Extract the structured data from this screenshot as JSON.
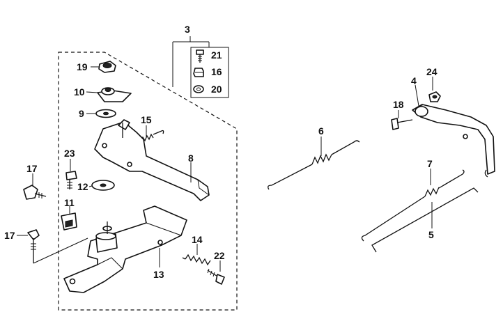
{
  "parts": [
    {
      "id": "p1",
      "label": "3"
    },
    {
      "id": "p2",
      "label": "21"
    },
    {
      "id": "p3",
      "label": "16"
    },
    {
      "id": "p4",
      "label": "20"
    },
    {
      "id": "p5",
      "label": "19"
    },
    {
      "id": "p6",
      "label": "10"
    },
    {
      "id": "p7",
      "label": "9"
    },
    {
      "id": "p8",
      "label": "15"
    },
    {
      "id": "p9",
      "label": "8"
    },
    {
      "id": "p10",
      "label": "23"
    },
    {
      "id": "p11",
      "label": "12"
    },
    {
      "id": "p12",
      "label": "17"
    },
    {
      "id": "p13",
      "label": "11"
    },
    {
      "id": "p14",
      "label": "17"
    },
    {
      "id": "p15",
      "label": "13"
    },
    {
      "id": "p16",
      "label": "14"
    },
    {
      "id": "p17",
      "label": "22"
    },
    {
      "id": "p18",
      "label": "6"
    },
    {
      "id": "p19",
      "label": "4"
    },
    {
      "id": "p20",
      "label": "24"
    },
    {
      "id": "p21",
      "label": "18"
    },
    {
      "id": "p22",
      "label": "7"
    },
    {
      "id": "p23",
      "label": "5"
    }
  ]
}
